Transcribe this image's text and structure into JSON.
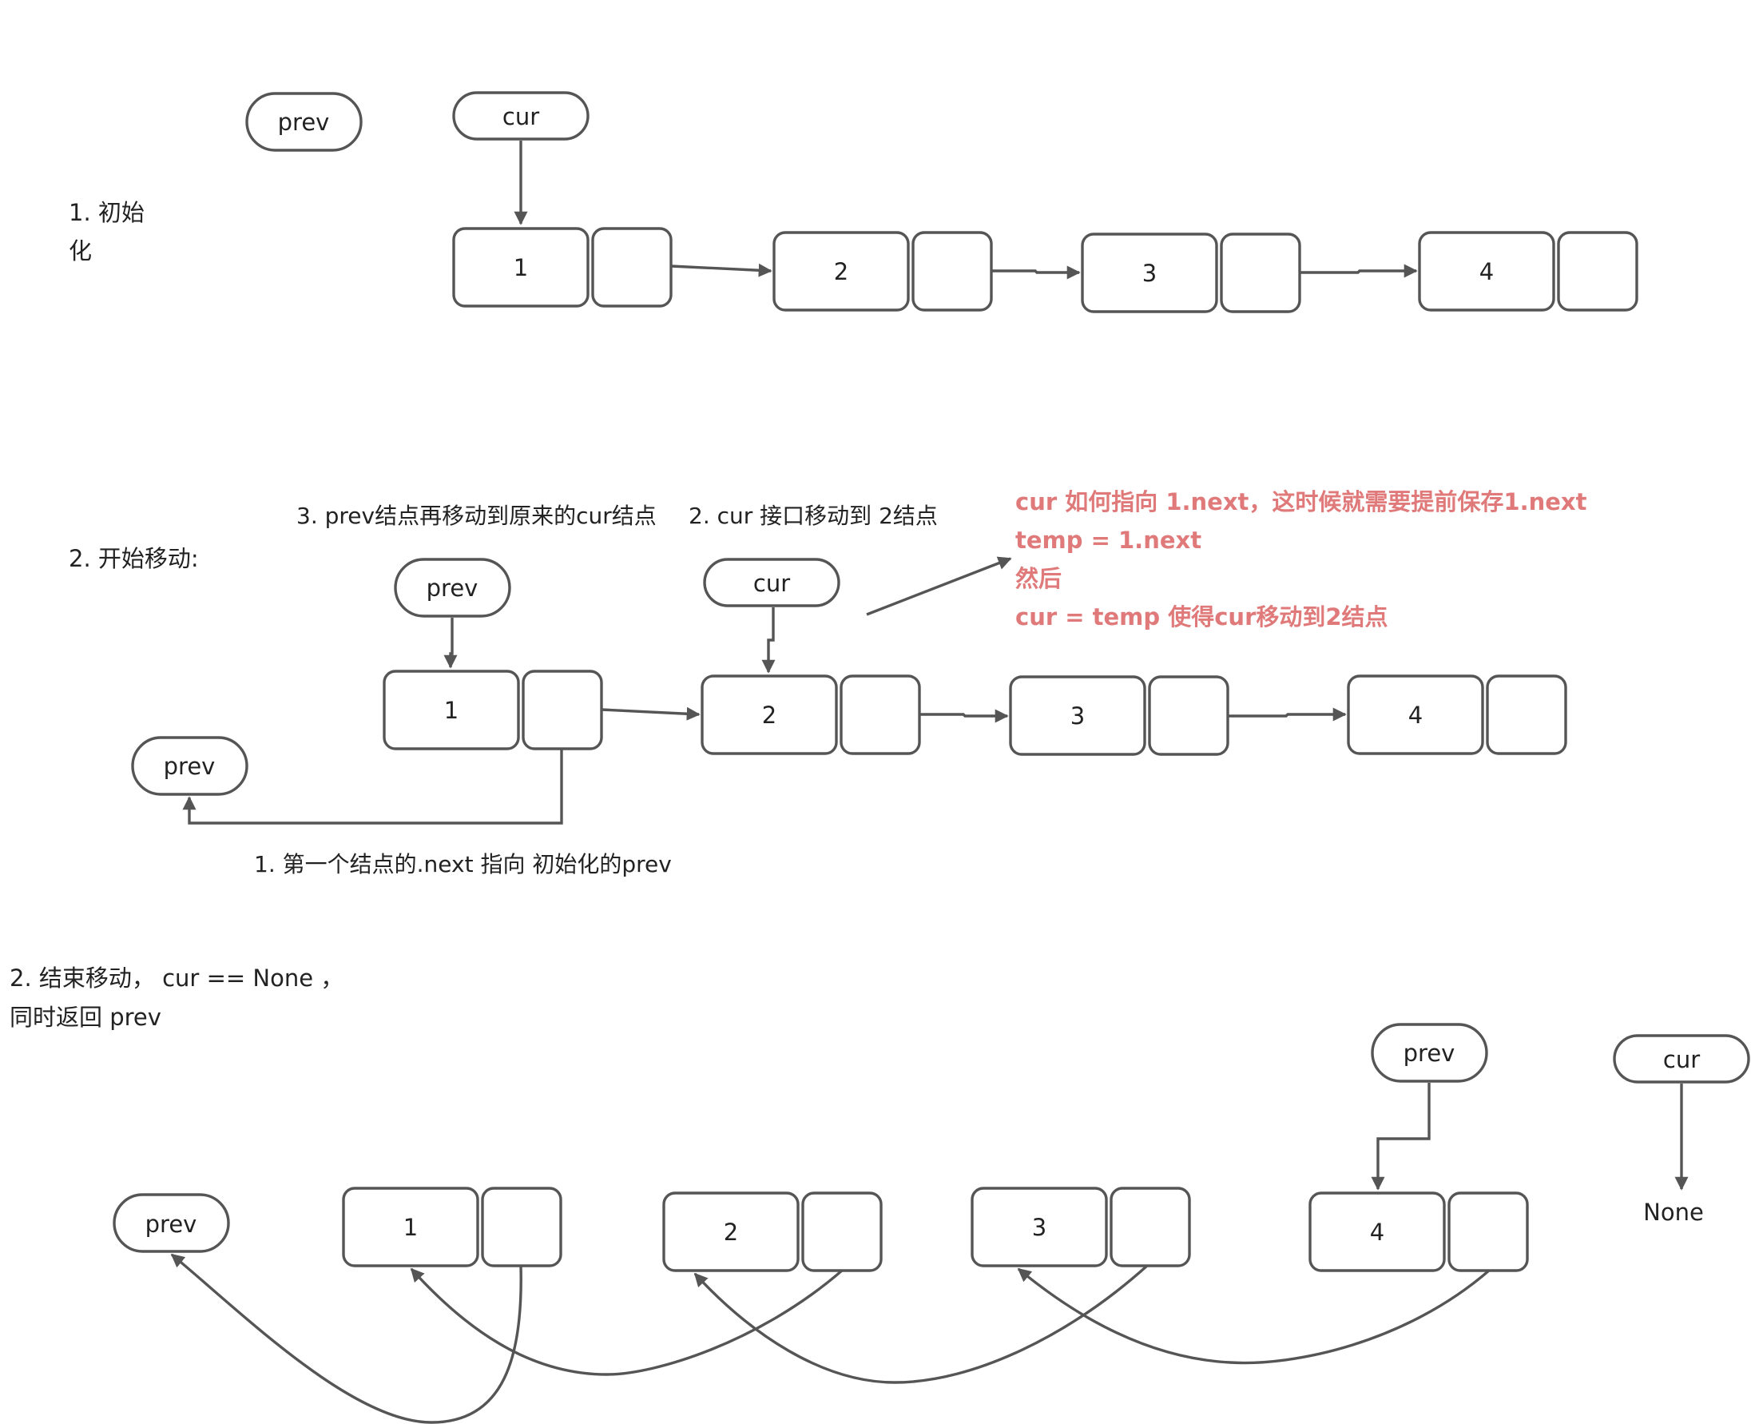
{
  "colors": {
    "stroke": "#555555",
    "text": "#222222",
    "note_red": "#e07a7a"
  },
  "step1": {
    "label_line1": "1. 初始",
    "label_line2": "化",
    "prev": "prev",
    "cur": "cur",
    "nodes": [
      "1",
      "2",
      "3",
      "4"
    ]
  },
  "step2": {
    "label": "2. 开始移动:",
    "note_prev": "3. prev结点再移动到原来的cur结点",
    "note_cur": "2. cur 接口移动到 2结点",
    "note_first": "1. 第一个结点的.next 指向 初始化的prev",
    "prev": "prev",
    "prev_old": "prev",
    "cur": "cur",
    "nodes": [
      "1",
      "2",
      "3",
      "4"
    ],
    "red_lines": [
      "cur 如何指向 1.next，这时候就需要提前保存1.next",
      "temp = 1.next",
      "然后",
      "cur = temp 使得cur移动到2结点"
    ]
  },
  "step3": {
    "label_line1": "2. 结束移动，  cur == None ，",
    "label_line2": "同时返回 prev",
    "prev_left": "prev",
    "prev_top": "prev",
    "cur": "cur",
    "none": "None",
    "nodes": [
      "1",
      "2",
      "3",
      "4"
    ]
  }
}
